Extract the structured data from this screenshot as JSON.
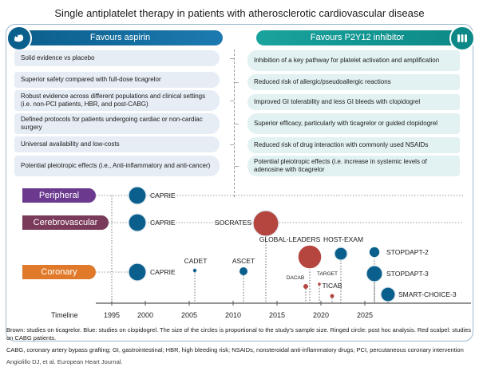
{
  "title": "Single antiplatelet therapy in patients with atherosclerotic cardiovascular disease",
  "aspirin": {
    "header": "Favours aspirin",
    "items": [
      "Solid evidence vs placebo",
      "Superior safety compared with full-dose ticagrelor",
      "Robust evidence across different populations and clinical settings (i.e. non-PCI patients, HBR, and post-CABG)",
      "Defined protocols for patients undergoing cardiac or non-cardiac surgery",
      "Universal availability and low-costs",
      "Potential pleiotropic effects (i.e., Anti-inflammatory and anti-cancer)"
    ]
  },
  "p2y12": {
    "header": "Favours P2Y12 inhibitor",
    "items": [
      "Inhibition of a key pathway for platelet activation and amplification",
      "Reduced risk of allergic/pseudoallergic reactions",
      "Improved GI tolerability and less GI bleeds with clopidogrel",
      "Superior efficacy, particularly with ticagrelor or guided clopidogrel",
      "Reduced risk of drug interaction with commonly used NSAIDs",
      "Potential pleiotropic effects (i.e. increase in systemic levels of adenosine with ticagrelor"
    ]
  },
  "categories": [
    {
      "label": "Peripheral",
      "color": "#6b3a8f"
    },
    {
      "label": "Cerebrovascular",
      "color": "#7a3b5a"
    },
    {
      "label": "Coronary",
      "color": "#e07a2a"
    }
  ],
  "timeline": {
    "label": "Timeline",
    "years": [
      "1995",
      "2000",
      "2005",
      "2010",
      "2015",
      "2020",
      "2025"
    ]
  },
  "studies": [
    {
      "name": "CAPRIE",
      "drug": "clopidogrel",
      "category": "Peripheral",
      "ringed": false
    },
    {
      "name": "CAPRIE",
      "drug": "clopidogrel",
      "category": "Cerebrovascular",
      "ringed": false
    },
    {
      "name": "CAPRIE",
      "drug": "clopidogrel",
      "category": "Coronary",
      "ringed": false
    },
    {
      "name": "CADET",
      "drug": "clopidogrel",
      "category": "Coronary",
      "ringed": false
    },
    {
      "name": "ASCET",
      "drug": "clopidogrel",
      "category": "Coronary",
      "ringed": false
    },
    {
      "name": "SOCRATES",
      "drug": "ticagrelor",
      "category": "Cerebrovascular",
      "ringed": false
    },
    {
      "name": "GLOBAL-LEADERS",
      "drug": "ticagrelor",
      "category": "Coronary",
      "ringed": true
    },
    {
      "name": "DACAB",
      "drug": "ticagrelor",
      "category": "Coronary",
      "ringed": false
    },
    {
      "name": "TARGET",
      "drug": "ticagrelor",
      "category": "Coronary",
      "ringed": false
    },
    {
      "name": "TICAB",
      "drug": "ticagrelor",
      "category": "Coronary",
      "ringed": false
    },
    {
      "name": "HOST-EXAM",
      "drug": "clopidogrel",
      "category": "Coronary",
      "ringed": false
    },
    {
      "name": "STOPDAPT-2",
      "drug": "clopidogrel",
      "category": "Coronary",
      "ringed": true
    },
    {
      "name": "STOPDAPT-3",
      "drug": "clopidogrel",
      "category": "Coronary",
      "ringed": false
    },
    {
      "name": "SMART-CHOICE-3",
      "drug": "clopidogrel",
      "category": "Coronary",
      "ringed": false
    }
  ],
  "colors": {
    "ticagrelor": "#b5453f",
    "clopidogrel": "#0b5f8c",
    "ring": "#ffffff"
  },
  "footer": {
    "legend": "Brown: studies on ticagrelor. Blue: studies on clopidogrel. The size of the circles is proportional to the study's sample size. Ringed circle: post hoc analysis. Red scalpel: studies on CABG patients.",
    "abbrev": "CABG, coronary artery bypass grafting; GI, gastrointestinal; HBR, high bleeding risk; NSAIDs, nonsteroidal anti-inflammatory drugs; PCI, percutaneous coronary intervention",
    "citation": "Angiolillo DJ, et al. European Heart Journal."
  }
}
